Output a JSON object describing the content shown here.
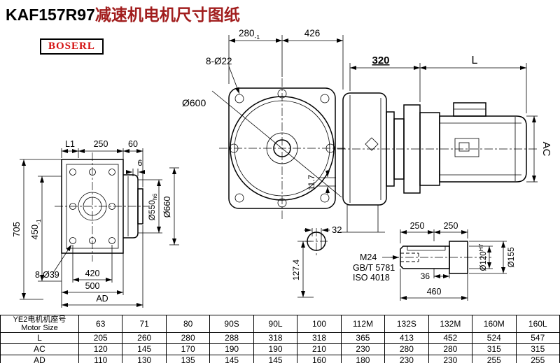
{
  "page": {
    "title_model": "KAF157R97",
    "title_suffix": "减速机电机尺寸图纸",
    "logo": "BOSERL"
  },
  "colors": {
    "title_accent": "#a11d1d",
    "logo_red": "#d40f0f",
    "line": "#000000"
  },
  "front_view": {
    "dim_280": "280",
    "dim_280_tol": "-1",
    "dim_426": "426",
    "bolt_label": "8-Ø22",
    "dia_label": "Ø600"
  },
  "side_view": {
    "dim_320": "320",
    "dim_L": "L",
    "dim_AC": "AC",
    "dim_11_7": "11.7"
  },
  "left_view": {
    "dim_L1": "L1",
    "dim_250": "250",
    "dim_60": "60",
    "dim_6": "6",
    "dim_705": "705",
    "dim_450": "450",
    "dim_450_tol": "-1",
    "dia_550": "Ø550",
    "dia_550_fit": "h6",
    "dia_660": "Ø660",
    "bolt_label": "8-Ø39",
    "dim_420": "420",
    "dim_500": "500",
    "dim_AD": "AD"
  },
  "shaft_section": {
    "dim_32": "32",
    "dim_127_4": "127.4"
  },
  "shaft_detail": {
    "dim_250a": "250",
    "dim_250b": "250",
    "thread": "M24",
    "std1": "GB/T 5781",
    "std2": "ISO 4018",
    "dim_36": "36",
    "dim_460": "460",
    "dia_120": "Ø120",
    "dia_120_fit": "H7",
    "dia_155": "Ø155"
  },
  "table": {
    "corner_line1": "YE2电机机座号",
    "corner_line2": "Motor Size",
    "columns": [
      "63",
      "71",
      "80",
      "90S",
      "90L",
      "100",
      "112M",
      "132S",
      "132M",
      "160M",
      "160L"
    ],
    "rows": [
      {
        "label": "L",
        "values": [
          "205",
          "260",
          "280",
          "288",
          "318",
          "318",
          "365",
          "413",
          "452",
          "524",
          "547"
        ]
      },
      {
        "label": "AC",
        "values": [
          "120",
          "145",
          "170",
          "190",
          "190",
          "210",
          "230",
          "280",
          "280",
          "315",
          "315"
        ]
      },
      {
        "label": "AD",
        "values": [
          "110",
          "130",
          "135",
          "145",
          "145",
          "160",
          "180",
          "230",
          "230",
          "255",
          "255"
        ]
      }
    ]
  }
}
